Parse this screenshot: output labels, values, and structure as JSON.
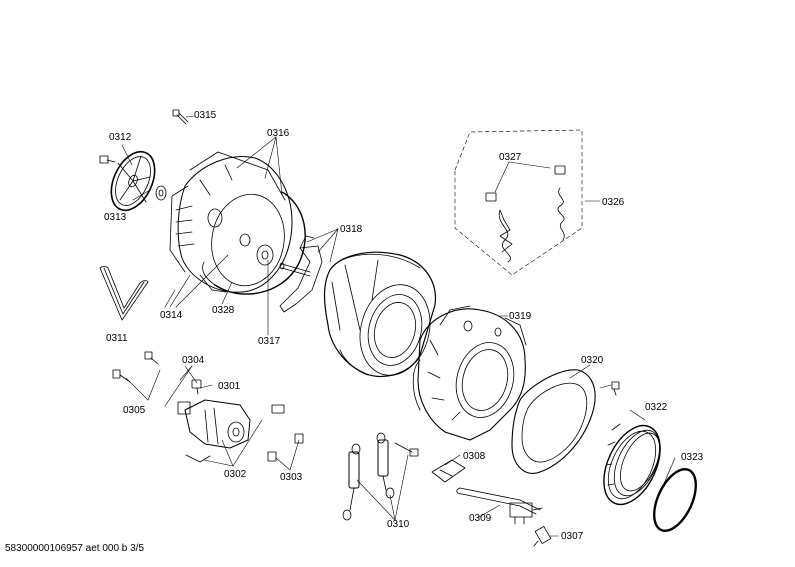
{
  "labels": {
    "p0301": "0301",
    "p0302": "0302",
    "p0303": "0303",
    "p0304": "0304",
    "p0305": "0305",
    "p0307": "0307",
    "p0308": "0308",
    "p0309": "0309",
    "p0310": "0310",
    "p0311": "0311",
    "p0312": "0312",
    "p0313": "0313",
    "p0314": "0314",
    "p0315": "0315",
    "p0316": "0316",
    "p0317": "0317",
    "p0318": "0318",
    "p0319": "0319",
    "p0320": "0320",
    "p0322": "0322",
    "p0323": "0323",
    "p0326": "0326",
    "p0327": "0327",
    "p0328": "0328"
  },
  "footer": "58300000106957 aet 000 b 3/5"
}
